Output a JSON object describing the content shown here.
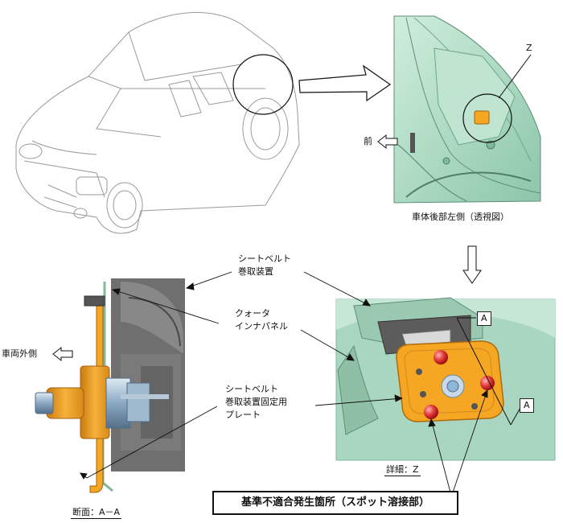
{
  "labels": {
    "front": "前",
    "body_rear_left": "車体後部左側（透視図）",
    "z_marker": "Z",
    "seatbelt_retractor": [
      "シートベルト",
      "巻取装置"
    ],
    "quarter_inner_panel": [
      "クォータ",
      "インナパネル"
    ],
    "vehicle_outside": "車両外側",
    "fixing_plate": [
      "シートベルト",
      "巻取装置固定用",
      "プレート"
    ],
    "section_a_top": "A",
    "section_a_bottom": "A",
    "detail_caption": "詳細：Z",
    "section_caption": "断面：A－A",
    "nonconformity_callout": "基準不適合発生箇所（スポット溶接部）"
  },
  "colors": {
    "body_panel": "#a8d8bf",
    "body_panel_dark": "#7fb99c",
    "plate_orange": "#f5a623",
    "weld_red": "#d93030",
    "bolt_blue": "#8fb6d8",
    "retractor_gray": "#6f6f6f"
  }
}
